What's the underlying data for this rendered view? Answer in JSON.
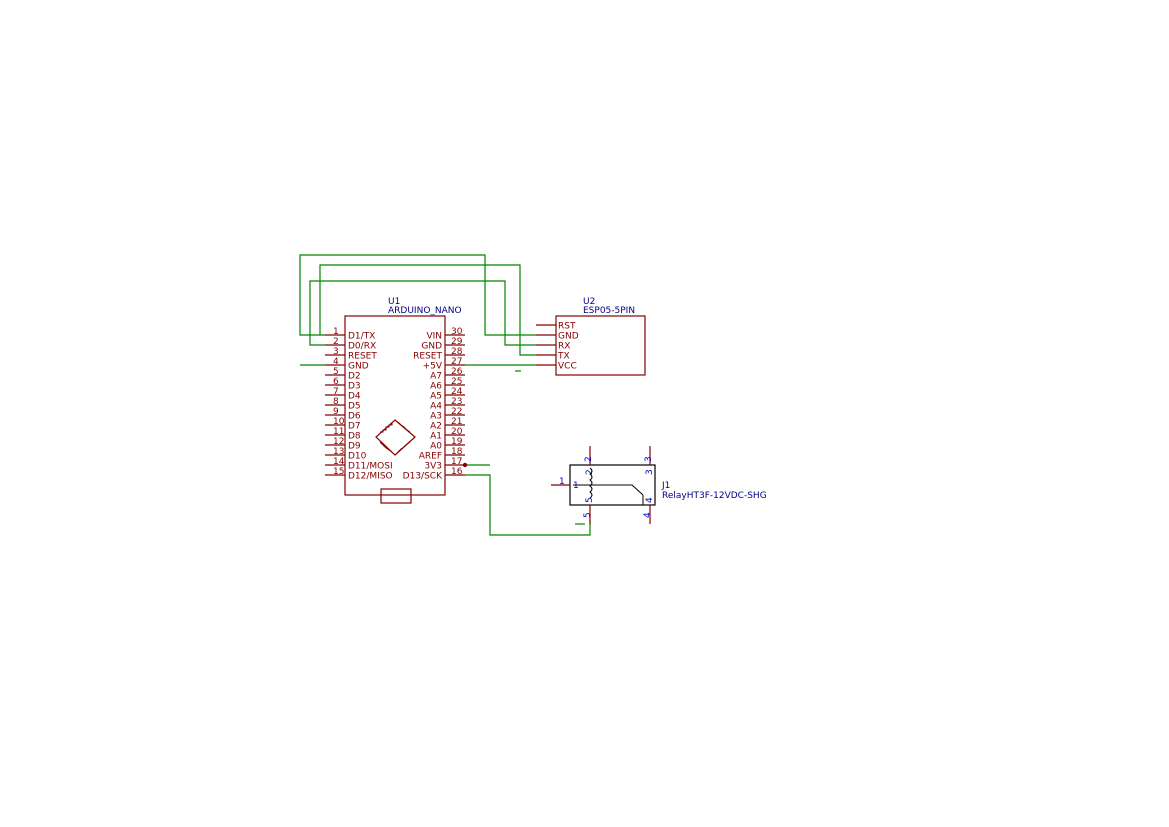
{
  "u1": {
    "ref": "U1",
    "value": "ARDUINO_NANO",
    "left_pins": [
      {
        "num": "1",
        "name": "D1/TX"
      },
      {
        "num": "2",
        "name": "D0/RX"
      },
      {
        "num": "3",
        "name": "RESET"
      },
      {
        "num": "4",
        "name": "GND"
      },
      {
        "num": "5",
        "name": "D2"
      },
      {
        "num": "6",
        "name": "D3"
      },
      {
        "num": "7",
        "name": "D4"
      },
      {
        "num": "8",
        "name": "D5"
      },
      {
        "num": "9",
        "name": "D6"
      },
      {
        "num": "10",
        "name": "D7"
      },
      {
        "num": "11",
        "name": "D8"
      },
      {
        "num": "12",
        "name": "D9"
      },
      {
        "num": "13",
        "name": "D10"
      },
      {
        "num": "14",
        "name": "D11/MOSI"
      },
      {
        "num": "15",
        "name": "D12/MISO"
      }
    ],
    "right_pins": [
      {
        "num": "30",
        "name": "VIN"
      },
      {
        "num": "29",
        "name": "GND"
      },
      {
        "num": "28",
        "name": "RESET"
      },
      {
        "num": "27",
        "name": "+5V"
      },
      {
        "num": "26",
        "name": "A7"
      },
      {
        "num": "25",
        "name": "A6"
      },
      {
        "num": "24",
        "name": "A5"
      },
      {
        "num": "23",
        "name": "A4"
      },
      {
        "num": "22",
        "name": "A3"
      },
      {
        "num": "21",
        "name": "A2"
      },
      {
        "num": "20",
        "name": "A1"
      },
      {
        "num": "19",
        "name": "A0"
      },
      {
        "num": "18",
        "name": "AREF"
      },
      {
        "num": "17",
        "name": "3V3"
      },
      {
        "num": "16",
        "name": "D13/SCK"
      }
    ]
  },
  "u2": {
    "ref": "U2",
    "value": "ESP05-5PIN",
    "pins": [
      "RST",
      "GND",
      "RX",
      "TX",
      "VCC"
    ]
  },
  "j1": {
    "ref": "J1",
    "value": "RelayHT3F-12VDC-SHG",
    "pin_numbers": [
      "1",
      "1",
      "2",
      "2",
      "3",
      "3",
      "4",
      "4",
      "5",
      "5"
    ]
  }
}
